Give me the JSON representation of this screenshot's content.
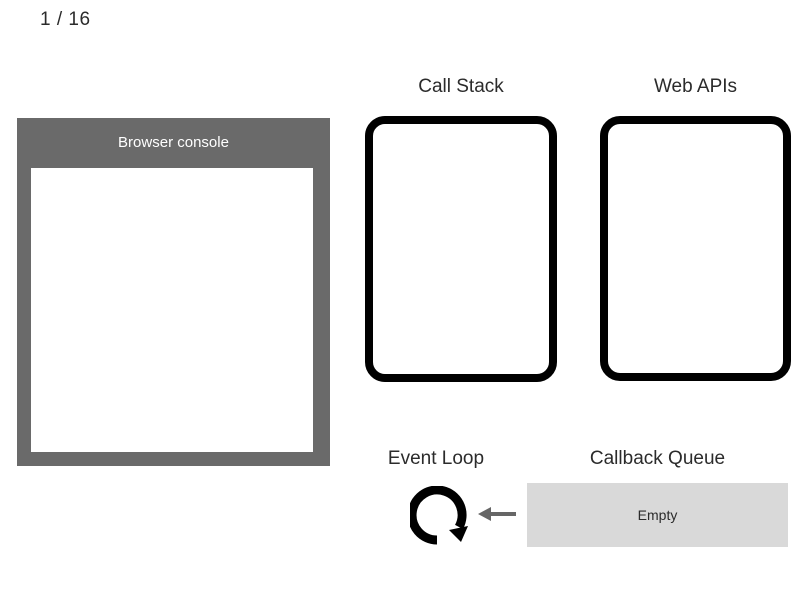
{
  "slide": {
    "counter": "1 / 16"
  },
  "console": {
    "title": "Browser console",
    "output": ""
  },
  "call_stack": {
    "title": "Call Stack",
    "frames": []
  },
  "web_apis": {
    "title": "Web APIs",
    "entries": []
  },
  "event_loop": {
    "title": "Event Loop",
    "icon": "circular-arrow-icon"
  },
  "arrow": {
    "icon": "arrow-left-icon",
    "color": "#666666"
  },
  "callback_queue": {
    "title": "Callback Queue",
    "state_label": "Empty",
    "background": "#d9d9d9"
  },
  "colors": {
    "console_chrome": "#6a6a6a",
    "console_screen": "#ffffff",
    "box_border": "#000000",
    "text": "#2b2b2b",
    "page_background": "#ffffff"
  }
}
